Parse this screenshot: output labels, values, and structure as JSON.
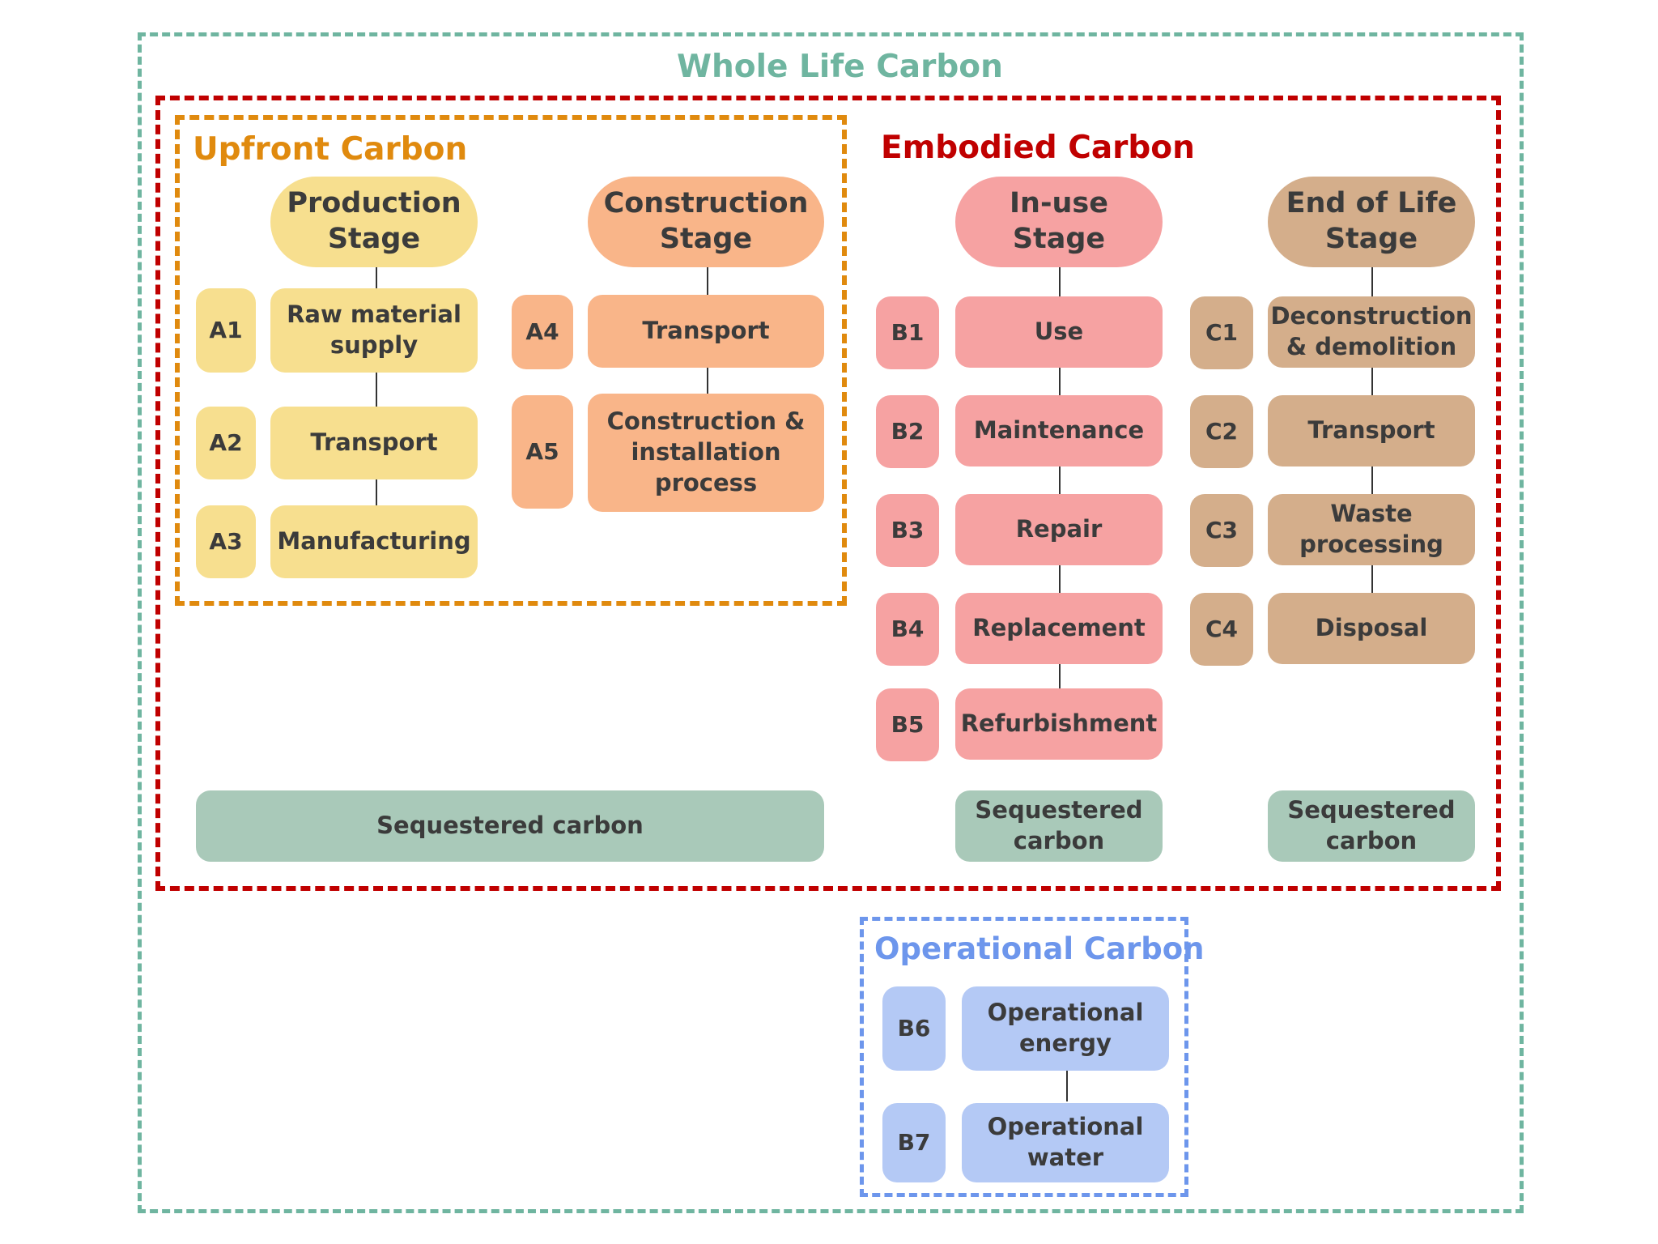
{
  "colors": {
    "whole_life": "#6fb5a0",
    "embodied": "#c00000",
    "upfront": "#e08a0e",
    "operational": "#6d96ec",
    "production": "#f7df8f",
    "construction": "#f9b589",
    "in_use": "#f6a2a2",
    "end_of_life": "#d4ae8b",
    "sequestered": "#a9c9b9",
    "operational_box": "#b4c9f5"
  },
  "frames": {
    "whole_life": "Whole Life Carbon",
    "embodied": "Embodied Carbon",
    "upfront": "Upfront Carbon",
    "operational": "Operational Carbon"
  },
  "production": {
    "stage": "Production Stage",
    "items": [
      {
        "code": "A1",
        "label": "Raw material supply"
      },
      {
        "code": "A2",
        "label": "Transport"
      },
      {
        "code": "A3",
        "label": "Manufacturing"
      }
    ]
  },
  "construction": {
    "stage": "Construction Stage",
    "items": [
      {
        "code": "A4",
        "label": "Transport"
      },
      {
        "code": "A5",
        "label": "Construction & installation process"
      }
    ]
  },
  "in_use": {
    "stage": "In-use Stage",
    "items": [
      {
        "code": "B1",
        "label": "Use"
      },
      {
        "code": "B2",
        "label": "Maintenance"
      },
      {
        "code": "B3",
        "label": "Repair"
      },
      {
        "code": "B4",
        "label": "Replacement"
      },
      {
        "code": "B5",
        "label": "Refurbishment"
      }
    ]
  },
  "end_of_life": {
    "stage": "End of Life Stage",
    "items": [
      {
        "code": "C1",
        "label": "Deconstruction & demolition"
      },
      {
        "code": "C2",
        "label": "Transport"
      },
      {
        "code": "C3",
        "label": "Waste processing"
      },
      {
        "code": "C4",
        "label": "Disposal"
      }
    ]
  },
  "operational": {
    "items": [
      {
        "code": "B6",
        "label": "Operational energy"
      },
      {
        "code": "B7",
        "label": "Operational water"
      }
    ]
  },
  "sequestered": {
    "upfront": "Sequestered carbon",
    "in_use": "Sequestered carbon",
    "end_of_life": "Sequestered carbon"
  }
}
